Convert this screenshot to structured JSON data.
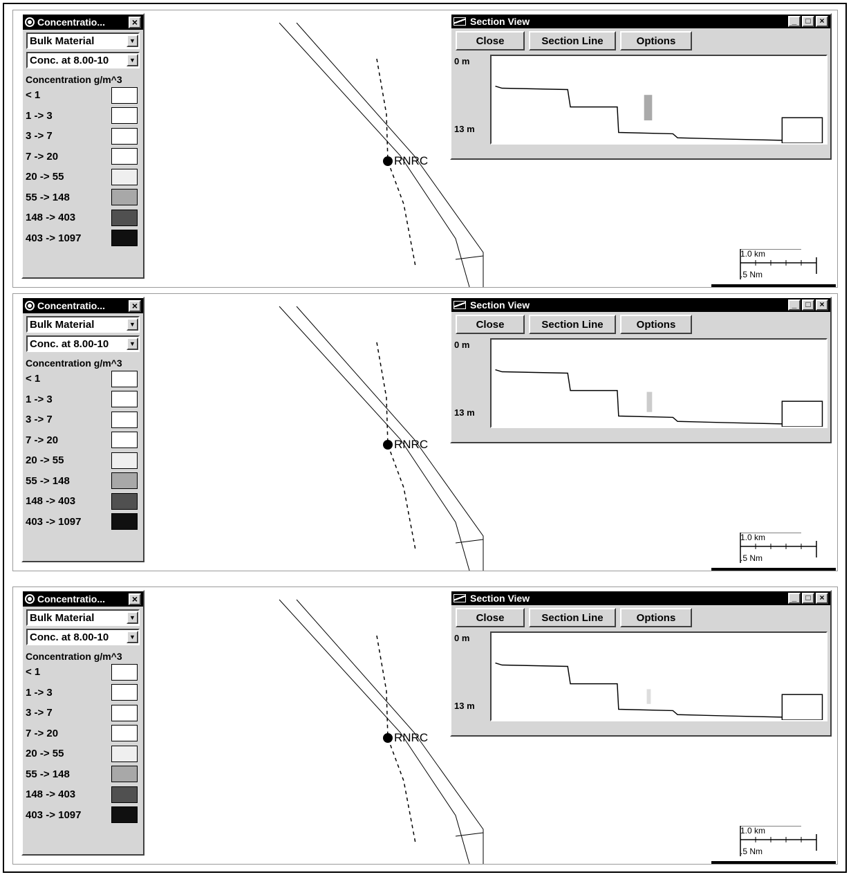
{
  "panels": [
    {
      "concentration_window": {
        "title": "Concentratio...",
        "close_glyph": "×",
        "material_select": "Bulk Material",
        "time_select": "Conc. at 8.00-10",
        "heading": "Concentration g/m^3",
        "legend": [
          {
            "label": "< 1",
            "color": "#ffffff"
          },
          {
            "label": "1 -> 3",
            "color": "#ffffff"
          },
          {
            "label": "3 -> 7",
            "color": "#ffffff"
          },
          {
            "label": "7 -> 20",
            "color": "#ffffff"
          },
          {
            "label": "20 -> 55",
            "color": "#efefef"
          },
          {
            "label": "55 -> 148",
            "color": "#a8a8a8"
          },
          {
            "label": "148 -> 403",
            "color": "#505050"
          },
          {
            "label": "403 -> 1097",
            "color": "#101010"
          }
        ]
      },
      "section_view": {
        "title": "Section View",
        "buttons": [
          "Close",
          "Section Line",
          "Options"
        ],
        "depth_top": "0 m",
        "depth_bottom": "13 m"
      },
      "map": {
        "station_label": "RNRC",
        "scale_km": "1.0 km",
        "scale_nm": ".5 Nm"
      }
    },
    {
      "concentration_window": {
        "title": "Concentratio...",
        "close_glyph": "×",
        "material_select": "Bulk Material",
        "time_select": "Conc. at 8.00-10",
        "heading": "Concentration g/m^3",
        "legend": [
          {
            "label": "< 1",
            "color": "#ffffff"
          },
          {
            "label": "1 -> 3",
            "color": "#ffffff"
          },
          {
            "label": "3 -> 7",
            "color": "#ffffff"
          },
          {
            "label": "7 -> 20",
            "color": "#ffffff"
          },
          {
            "label": "20 -> 55",
            "color": "#efefef"
          },
          {
            "label": "55 -> 148",
            "color": "#a8a8a8"
          },
          {
            "label": "148 -> 403",
            "color": "#505050"
          },
          {
            "label": "403 -> 1097",
            "color": "#101010"
          }
        ]
      },
      "section_view": {
        "title": "Section View",
        "buttons": [
          "Close",
          "Section Line",
          "Options"
        ],
        "depth_top": "0 m",
        "depth_bottom": "13 m"
      },
      "map": {
        "station_label": "RNRC",
        "scale_km": "1.0 km",
        "scale_nm": ".5 Nm"
      }
    },
    {
      "concentration_window": {
        "title": "Concentratio...",
        "close_glyph": "×",
        "material_select": "Bulk Material",
        "time_select": "Conc. at 8.00-10",
        "heading": "Concentration g/m^3",
        "legend": [
          {
            "label": "< 1",
            "color": "#ffffff"
          },
          {
            "label": "1 -> 3",
            "color": "#ffffff"
          },
          {
            "label": "3 -> 7",
            "color": "#ffffff"
          },
          {
            "label": "7 -> 20",
            "color": "#ffffff"
          },
          {
            "label": "20 -> 55",
            "color": "#efefef"
          },
          {
            "label": "55 -> 148",
            "color": "#a8a8a8"
          },
          {
            "label": "148 -> 403",
            "color": "#505050"
          },
          {
            "label": "403 -> 1097",
            "color": "#101010"
          }
        ]
      },
      "section_view": {
        "title": "Section View",
        "buttons": [
          "Close",
          "Section Line",
          "Options"
        ],
        "depth_top": "0 m",
        "depth_bottom": "13 m"
      },
      "map": {
        "station_label": "RNRC",
        "scale_km": "1.0 km",
        "scale_nm": ".5 Nm"
      }
    }
  ],
  "window_controls": {
    "minimize": "_",
    "maximize": "□",
    "close": "×"
  }
}
